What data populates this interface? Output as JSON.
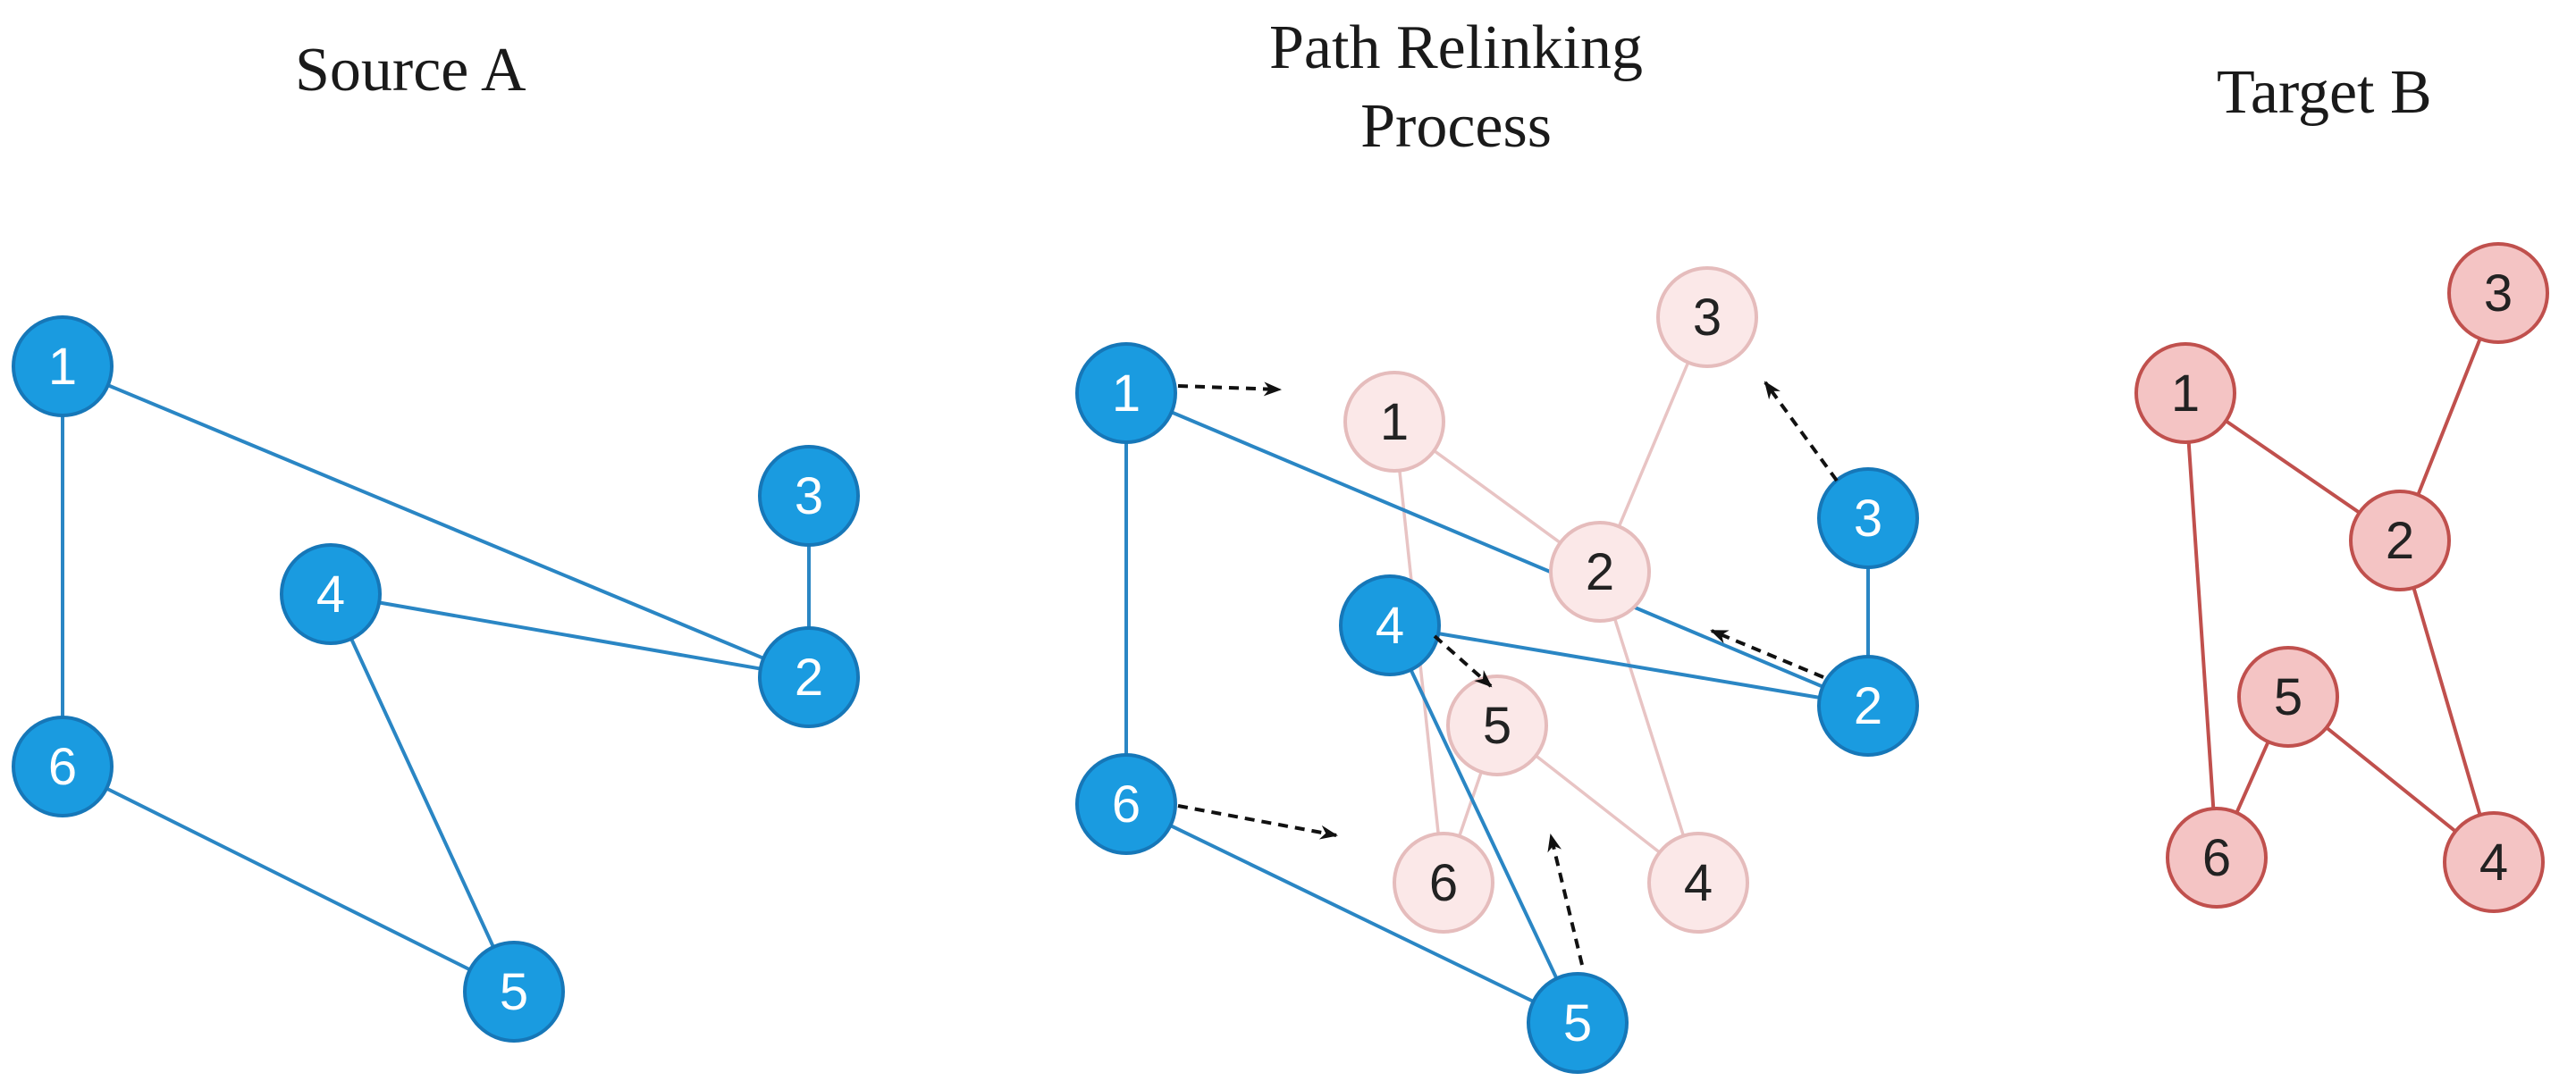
{
  "titles": {
    "source": "Source A",
    "process_line1": "Path Relinking",
    "process_line2": "Process",
    "target": "Target B"
  },
  "colors": {
    "blue_fill": "#1a9be0",
    "blue_stroke": "#1677b8",
    "blue_edge": "#2a86c4",
    "red_fill": "#f4c4c4",
    "red_stroke": "#c0504d",
    "red_edge": "#c0504d",
    "faded_fill": "#fbe8e8",
    "faded_stroke": "#e5bcbc",
    "faded_edge": "#e8c4c4",
    "arrow": "#111111",
    "blue_text": "#ffffff",
    "dark_text": "#222222"
  },
  "source_graph": {
    "nodes": [
      "1",
      "2",
      "3",
      "4",
      "5",
      "6"
    ],
    "edges": [
      [
        "1",
        "2"
      ],
      [
        "1",
        "6"
      ],
      [
        "3",
        "2"
      ],
      [
        "4",
        "2"
      ],
      [
        "4",
        "5"
      ],
      [
        "6",
        "5"
      ]
    ]
  },
  "process_graph": {
    "blue_nodes": [
      "1",
      "2",
      "3",
      "4",
      "5",
      "6"
    ],
    "blue_edges": [
      [
        "1",
        "2"
      ],
      [
        "1",
        "6"
      ],
      [
        "3",
        "2"
      ],
      [
        "4",
        "2"
      ],
      [
        "4",
        "5"
      ],
      [
        "6",
        "5"
      ]
    ],
    "faded_nodes": [
      "1",
      "2",
      "3",
      "4",
      "5",
      "6"
    ],
    "faded_edges": [
      [
        "1",
        "2"
      ],
      [
        "3",
        "2"
      ],
      [
        "1",
        "6"
      ],
      [
        "5",
        "6"
      ],
      [
        "5",
        "4"
      ],
      [
        "2",
        "4"
      ]
    ],
    "moves": [
      "1",
      "2",
      "3",
      "4",
      "5",
      "6"
    ]
  },
  "target_graph": {
    "nodes": [
      "1",
      "2",
      "3",
      "4",
      "5",
      "6"
    ],
    "edges": [
      [
        "1",
        "2"
      ],
      [
        "3",
        "2"
      ],
      [
        "1",
        "6"
      ],
      [
        "5",
        "6"
      ],
      [
        "5",
        "4"
      ],
      [
        "2",
        "4"
      ]
    ]
  }
}
